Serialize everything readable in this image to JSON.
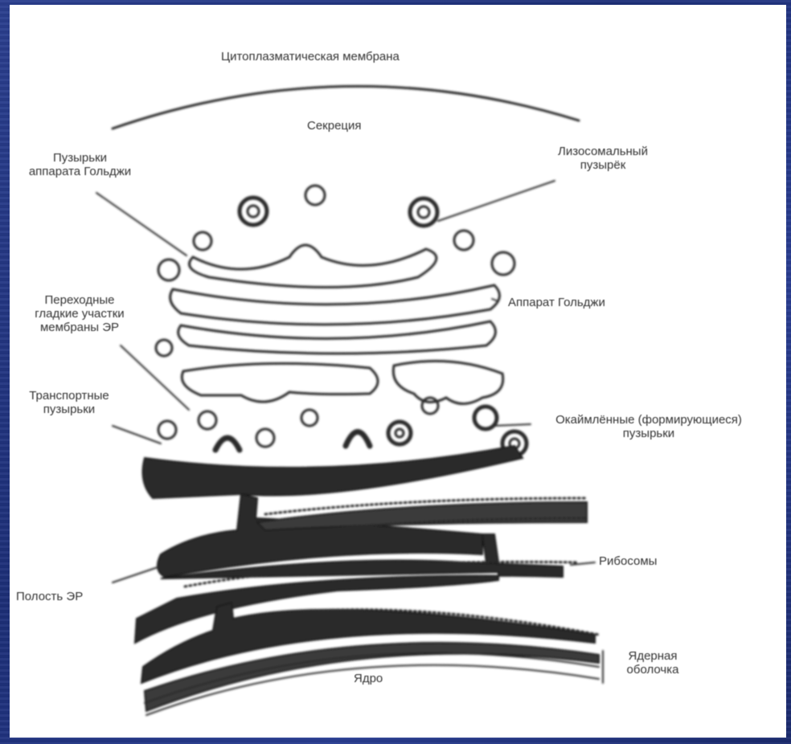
{
  "figure": {
    "kind": "electron-micrograph-style schematic",
    "style": "blurred greyscale line drawing on white panel over blue gradient slide background"
  },
  "labels": {
    "membrane": "Цитоплазматическая мембрана",
    "secretion": "Секреция",
    "golgi_vesicles": [
      "Пузырьки",
      "аппарата Гольджи"
    ],
    "lysosome": [
      "Лизосомальный",
      "пузырёк"
    ],
    "golgi": "Аппарат Гольджи",
    "transitional_er": [
      "Переходные",
      "гладкие участки",
      "мембраны ЭР"
    ],
    "transport_vesicles": [
      "Транспортные",
      "пузырьки"
    ],
    "coated_vesicles": [
      "Окаймлённые (формирующиеся)",
      "пузырьки"
    ],
    "ribosomes": "Рибосомы",
    "er_cavity": "Полость ЭР",
    "nucleus": "Ядро",
    "nuclear_envelope": [
      "Ядерная",
      "оболочка"
    ]
  },
  "colors": {
    "background": "#1d2f78",
    "panel": "#ffffff",
    "ink": "#2a2a2a"
  }
}
